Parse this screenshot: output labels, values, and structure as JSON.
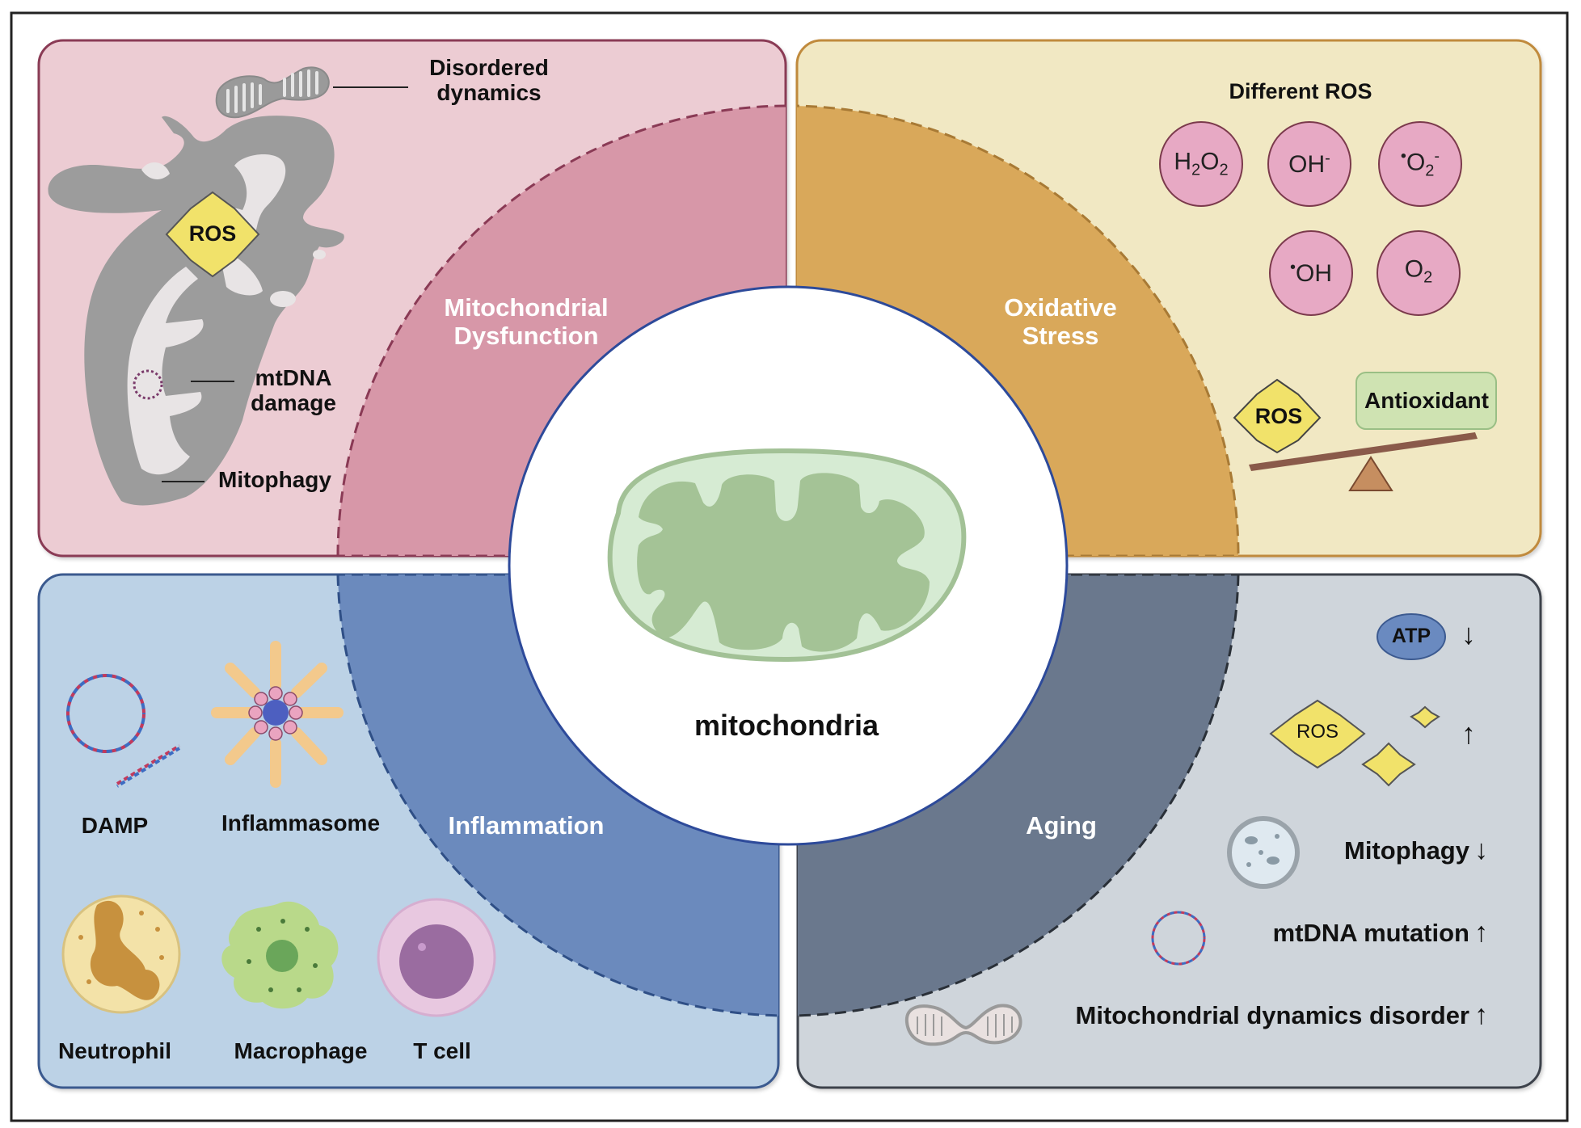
{
  "center": {
    "label": "mitochondria"
  },
  "quadrants": {
    "mitochondrial_dysfunction": {
      "title_line1": "Mitochondrial",
      "title_line2": "Dysfunction",
      "color_panel": "#eccdd4",
      "color_ring": "#d797a8",
      "color_border": "#8a3a55",
      "labels": {
        "disordered_dynamics_1": "Disordered",
        "disordered_dynamics_2": "dynamics",
        "ros": "ROS",
        "mtdna_damage_1": "mtDNA",
        "mtdna_damage_2": "damage",
        "mitophagy": "Mitophagy"
      }
    },
    "oxidative_stress": {
      "title_line1": "Oxidative",
      "title_line2": "Stress",
      "color_panel": "#f2e9c2",
      "color_ring": "#d9a85a",
      "color_border": "#c08a3c",
      "different_ros_title": "Different ROS",
      "ros_species": [
        {
          "base": "H",
          "sub1": "2",
          "mid": "O",
          "sub2": "2",
          "sup": "",
          "prefix": ""
        },
        {
          "base": "OH",
          "sub1": "",
          "mid": "",
          "sub2": "",
          "sup": "-",
          "prefix": ""
        },
        {
          "base": "O",
          "sub1": "2",
          "mid": "",
          "sub2": "",
          "sup": "-",
          "prefix": "•"
        },
        {
          "base": "OH",
          "sub1": "",
          "mid": "",
          "sub2": "",
          "sup": "",
          "prefix": "•"
        },
        {
          "base": "O",
          "sub1": "2",
          "mid": "",
          "sub2": "",
          "sup": "",
          "prefix": ""
        }
      ],
      "balance": {
        "left": "ROS",
        "right": "Antioxidant"
      }
    },
    "inflammation": {
      "title": "Inflammation",
      "color_panel": "#bcd3e6",
      "color_ring": "#6c8bbd",
      "color_border": "#3a5a8f",
      "items": {
        "damp": "DAMP",
        "inflammasome": "Inflammasome",
        "neutrophil": "Neutrophil",
        "macrophage": "Macrophage",
        "t_cell": "T cell"
      }
    },
    "aging": {
      "title": "Aging",
      "color_panel": "#d0d6dd",
      "color_ring": "#6b7a8f",
      "color_border": "#3c434c",
      "rows": {
        "atp": {
          "label": "ATP",
          "arrow": "↓"
        },
        "ros": {
          "label": "ROS",
          "arrow": "↑"
        },
        "mitophagy": {
          "label": "Mitophagy",
          "arrow": "↓"
        },
        "mtdna_mutation": {
          "label": "mtDNA mutation",
          "arrow": "↑"
        },
        "dynamics_disorder": {
          "label": "Mitochondrial dynamics disorder",
          "arrow": "↑"
        }
      }
    }
  }
}
